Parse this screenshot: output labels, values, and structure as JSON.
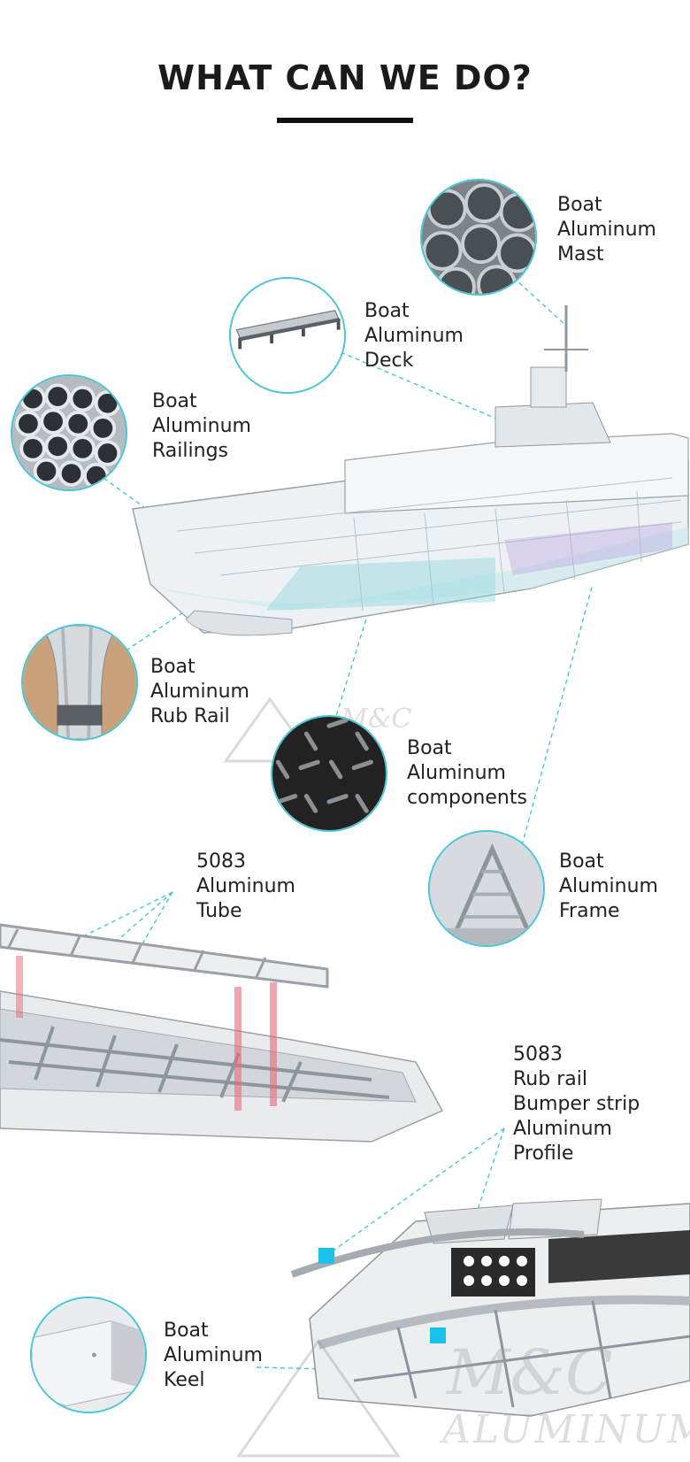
{
  "header": {
    "title": "WHAT CAN WE DO?"
  },
  "labels": {
    "mast": "Boat\nAluminum\nMast",
    "deck": "Boat\nAluminum\nDeck",
    "railings": "Boat\nAluminum\nRailings",
    "rub_rail": "Boat\nAluminum\nRub Rail",
    "components": "Boat\nAluminum\ncomponents",
    "frame": "Boat\nAluminum\nFrame",
    "tube": "5083\nAluminum\nTube",
    "rub_rail_profile": "5083\nRub rail\nBumper strip\nAluminum\nProfile",
    "keel": "Boat\nAluminum\nKeel"
  },
  "watermarks": {
    "small": "M&C",
    "large_top": "M&C",
    "large_bottom": "ALUMINUM"
  },
  "colors": {
    "accent": "#49c6d6",
    "marker": "#19c2ea",
    "dark": "#111111"
  },
  "icons": [
    "mast-tubes-icon",
    "deck-profile-icon",
    "railing-tubes-icon",
    "rub-rail-icon",
    "tread-plate-icon",
    "frame-icon",
    "keel-icon"
  ]
}
